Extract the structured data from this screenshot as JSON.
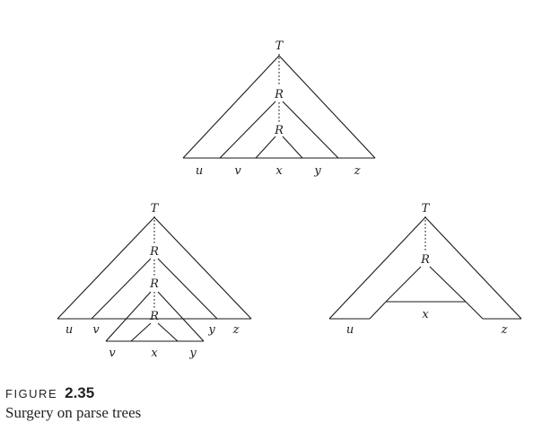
{
  "figure": {
    "label": "FIGURE",
    "number": "2.35",
    "caption": "Surgery on parse trees"
  },
  "diagrams": {
    "top": {
      "root": "T",
      "inner1": "R",
      "inner2": "R",
      "leaves": [
        "u",
        "v",
        "x",
        "y",
        "z"
      ]
    },
    "left": {
      "root": "T",
      "inner1": "R",
      "inner2": "R",
      "inner3": "R",
      "leaves_upper": [
        "u",
        "v",
        "y",
        "z"
      ],
      "leaves_lower": [
        "v",
        "x",
        "y"
      ]
    },
    "right": {
      "root": "T",
      "inner1": "R",
      "leaves": [
        "u",
        "x",
        "z"
      ]
    }
  }
}
